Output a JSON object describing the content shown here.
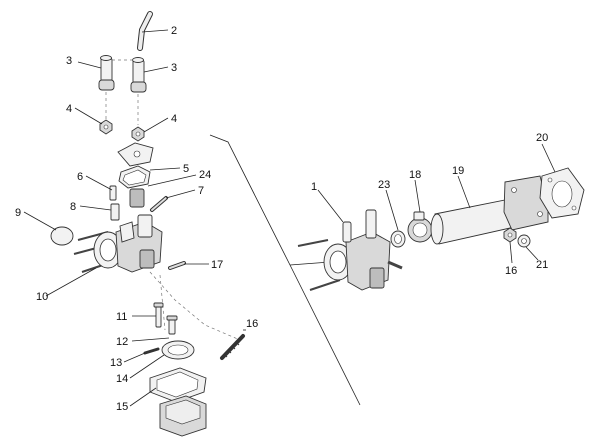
{
  "diagram": {
    "labels": {
      "l1": "1",
      "l2": "2",
      "l3a": "3",
      "l3b": "3",
      "l4a": "4",
      "l4b": "4",
      "l5": "5",
      "l6": "6",
      "l7": "7",
      "l8": "8",
      "l9": "9",
      "l10": "10",
      "l11": "11",
      "l12": "12",
      "l13": "13",
      "l14": "14",
      "l15": "15",
      "l16a": "16",
      "l16b": "16",
      "l17": "17",
      "l18": "18",
      "l19": "19",
      "l20": "20",
      "l21": "21",
      "l23": "23",
      "l24": "24"
    }
  }
}
